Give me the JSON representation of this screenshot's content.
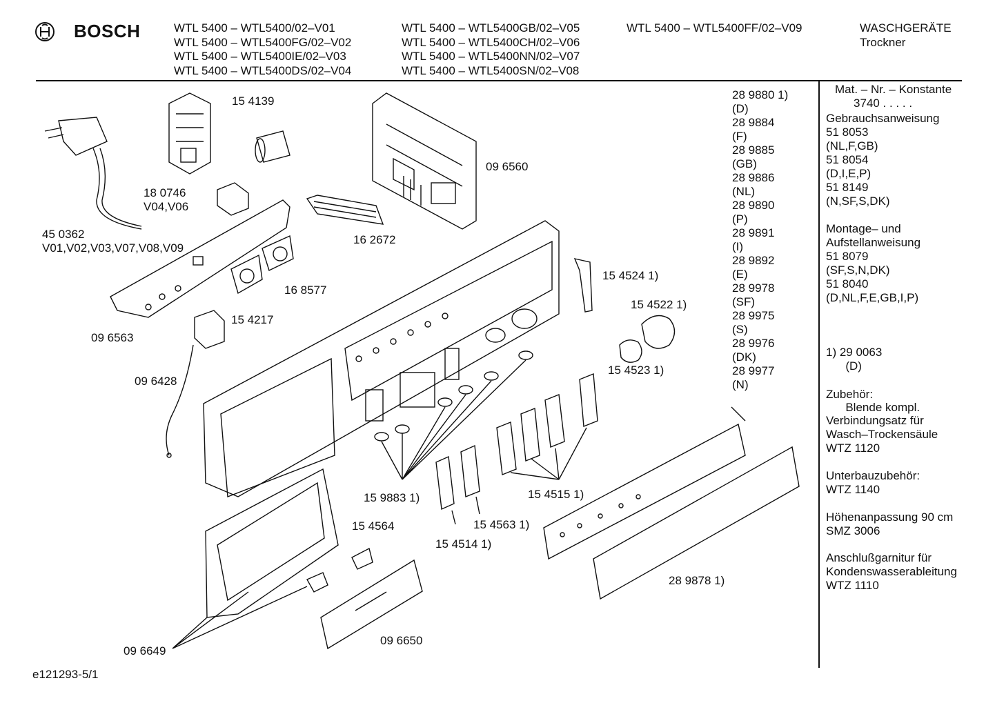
{
  "brand": "BOSCH",
  "header": {
    "col1": [
      "WTL 5400 – WTL5400/02–V01",
      "WTL 5400 – WTL5400FG/02–V02",
      "WTL 5400 – WTL5400IE/02–V03",
      "WTL 5400 – WTL5400DS/02–V04"
    ],
    "col2": [
      "WTL 5400 – WTL5400GB/02–V05",
      "WTL 5400 – WTL5400CH/02–V06",
      "WTL 5400 – WTL5400NN/02–V07",
      "WTL 5400 – WTL5400SN/02–V08"
    ],
    "col3": [
      "WTL 5400 – WTL5400FF/02–V09"
    ],
    "category": [
      "WASCHGERÄTE",
      "Trockner"
    ]
  },
  "part_labels": {
    "p154139": "15 4139",
    "p096560": "09 6560",
    "p180746": "18 0746",
    "p180746_var": "V04,V06",
    "p450362": "45 0362",
    "p450362_var": "V01,V02,V03,V07,V08,V09",
    "p162672": "16 2672",
    "p168577": "16 8577",
    "p154217": "15 4217",
    "p096563": "09 6563",
    "p096428": "09 6428",
    "p154524": "15 4524 1)",
    "p154522": "15 4522 1)",
    "p154523": "15 4523 1)",
    "p159883": "15 9883 1)",
    "p154515": "15 4515 1)",
    "p154563": "15 4563 1)",
    "p154514": "15 4514 1)",
    "p154564": "15 4564",
    "p289878": "28 9878 1)",
    "p096650": "09 6650",
    "p096649": "09 6649"
  },
  "variant_list": [
    "28 9880 1)",
    "(D)",
    "28 9884",
    "(F)",
    "28 9885",
    "(GB)",
    "28 9886",
    "(NL)",
    "28 9890",
    "(P)",
    "28 9891",
    "(I)",
    "28 9892",
    "(E)",
    "28 9978",
    "(SF)",
    "28 9975",
    "(S)",
    "28 9976",
    "(DK)",
    "28 9977",
    "(N)"
  ],
  "sidebar": {
    "mat_label": "Mat. – Nr. – Konstante",
    "mat_value": "3740 . . . . .",
    "sections": [
      [
        "Gebrauchsanweisung",
        "51 8053",
        "(NL,F,GB)",
        "51 8054",
        "(D,I,E,P)",
        "51 8149",
        "(N,SF,S,DK)"
      ],
      [
        "Montage– und",
        "Aufstellanweisung",
        "51 8079",
        "(SF,S,N,DK)",
        "51 8040",
        "(D,NL,F,E,GB,I,P)"
      ],
      [
        "1)  29 0063",
        "      (D)",
        "      Blende kompl."
      ],
      [
        "Zubehör:"
      ],
      [
        "Verbindungsatz für",
        "Wasch–Trockensäule",
        "WTZ 1120"
      ],
      [
        "Unterbauzubehör:",
        "WTZ 1140"
      ],
      [
        "Höhenanpassung 90 cm",
        "SMZ 3006"
      ],
      [
        "Anschlußgarnitur für",
        "Kondenswasserableitung",
        "WTZ 1110"
      ]
    ]
  },
  "footer_code": "e121293-5/1"
}
